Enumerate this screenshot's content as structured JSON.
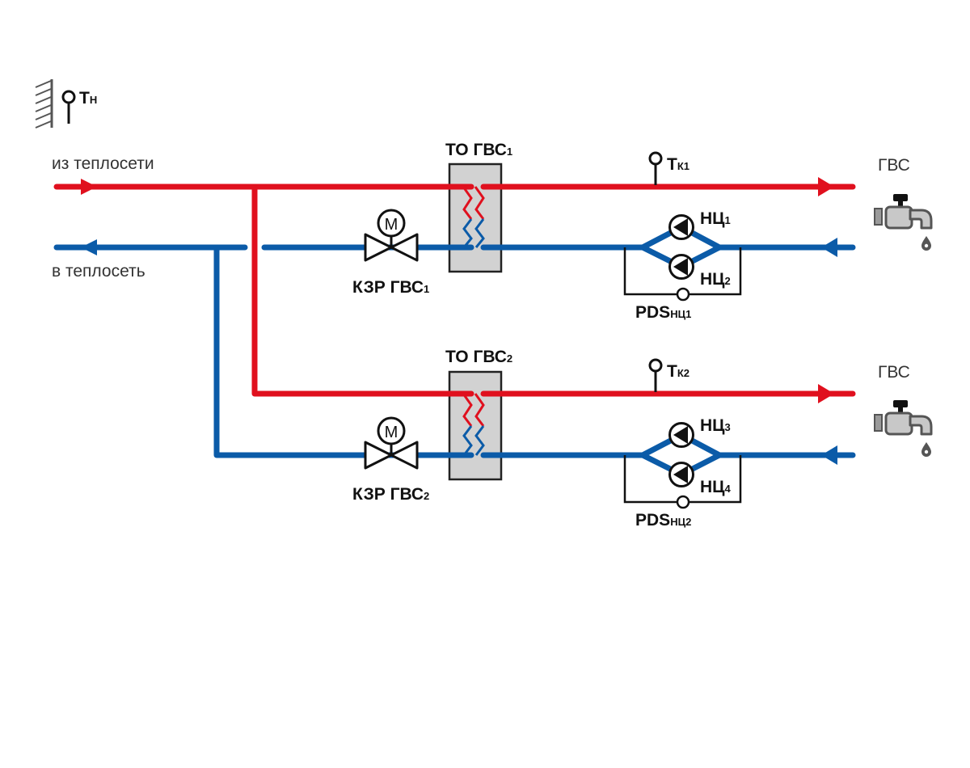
{
  "colors": {
    "supply": "#e0101e",
    "return": "#0b5ba8",
    "exchanger_fill": "#d2d2d2",
    "tap": "#555555"
  },
  "outdoor_sensor": {
    "label": "Т",
    "sub": "Н",
    "icon": "temperature-sensor-icon"
  },
  "lines": {
    "supply": "из теплосети",
    "return": "в теплосеть"
  },
  "circuits": [
    {
      "exchanger": {
        "label": "ТО ГВС",
        "sub": "1"
      },
      "valve": {
        "label": "КЗР ГВС",
        "sub": "1",
        "motor": "М"
      },
      "sensor": {
        "label": "Т",
        "sub": "К1"
      },
      "pump_a": {
        "label": "НЦ",
        "sub": "1"
      },
      "pump_b": {
        "label": "НЦ",
        "sub": "2"
      },
      "pds": {
        "label": "PDS",
        "sub": "НЦ1"
      },
      "consumer": {
        "label": "ГВС",
        "icon": "water-tap-icon"
      }
    },
    {
      "exchanger": {
        "label": "ТО ГВС",
        "sub": "2"
      },
      "valve": {
        "label": "КЗР ГВС",
        "sub": "2",
        "motor": "М"
      },
      "sensor": {
        "label": "Т",
        "sub": "К2"
      },
      "pump_a": {
        "label": "НЦ",
        "sub": "3"
      },
      "pump_b": {
        "label": "НЦ",
        "sub": "4"
      },
      "pds": {
        "label": "PDS",
        "sub": "НЦ2"
      },
      "consumer": {
        "label": "ГВС",
        "icon": "water-tap-icon"
      }
    }
  ]
}
